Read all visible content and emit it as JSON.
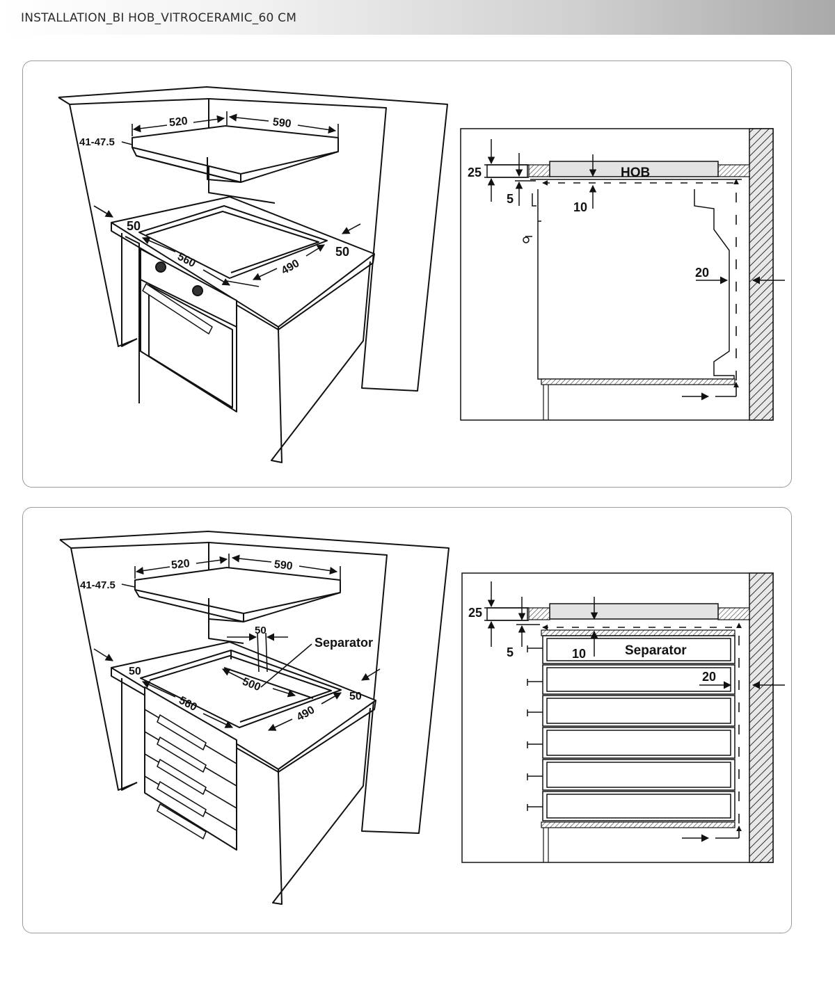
{
  "header": {
    "title": "INSTALLATION_BI HOB_VITROCERAMIC_60 CM"
  },
  "top": {
    "persp": {
      "w520": "520",
      "w590": "590",
      "h": "41-47.5",
      "m_left": "50",
      "m_right": "50",
      "c560": "560",
      "c490": "490"
    },
    "section": {
      "d25": "25",
      "d5": "5",
      "d10": "10",
      "d20": "20",
      "hob": "HOB"
    }
  },
  "bottom": {
    "persp": {
      "w520": "520",
      "w590": "590",
      "h": "41-47.5",
      "m_left": "50",
      "m_right": "50",
      "gap50": "50",
      "sep": "Separator",
      "c500": "500",
      "c560": "560",
      "c490": "490"
    },
    "section": {
      "d25": "25",
      "d5": "5",
      "d10": "10",
      "d20": "20",
      "sep": "Separator"
    }
  }
}
